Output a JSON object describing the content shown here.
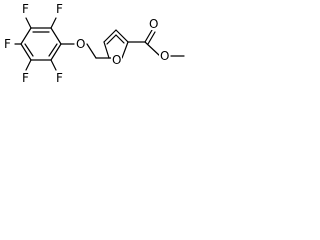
{
  "molecule": {
    "atoms": {
      "f1": "F",
      "f2": "F",
      "f3": "F",
      "f4": "F",
      "f5": "F",
      "o_ether": "O",
      "o_furan": "O",
      "o_carbonyl": "O",
      "o_ester": "O"
    }
  },
  "colors": {
    "line": "#000000",
    "background": "#ffffff"
  }
}
